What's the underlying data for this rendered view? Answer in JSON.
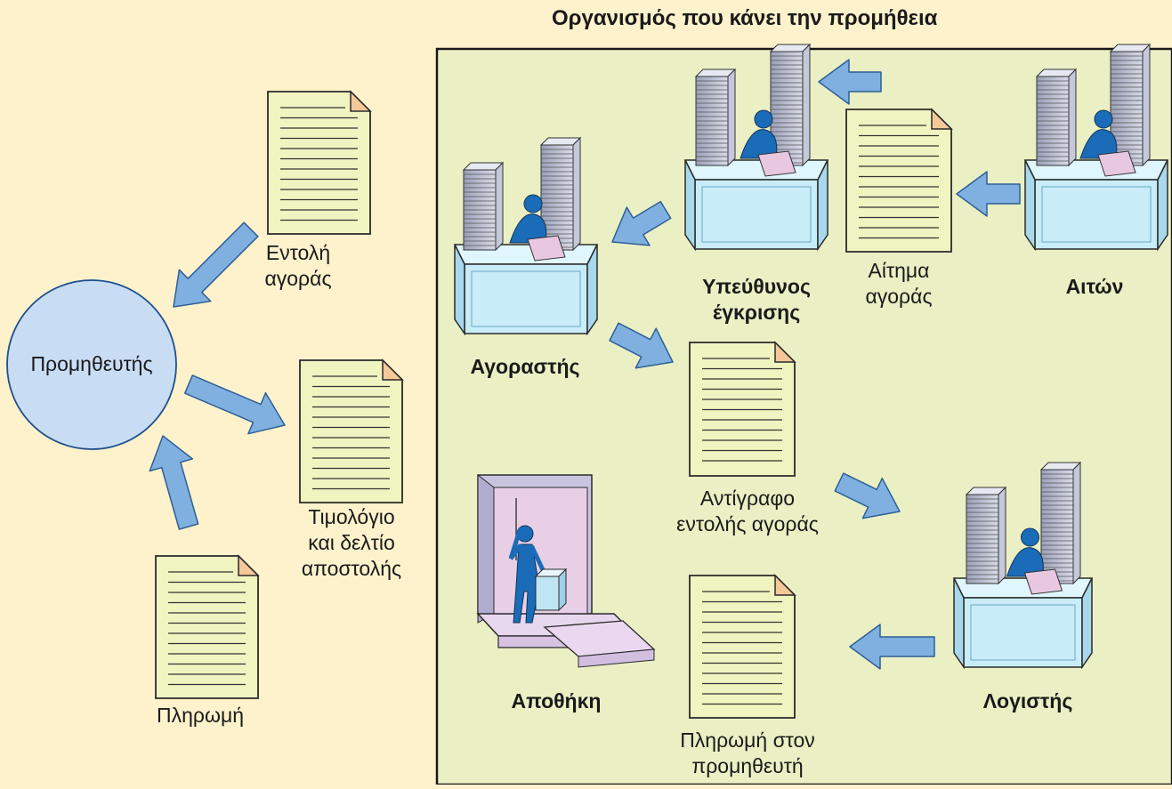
{
  "org_title": "Οργανισμός που κάνει την προμήθεια",
  "supplier": "Προμηθευτής",
  "documents": {
    "purchase_order": [
      "Εντολή",
      "αγοράς"
    ],
    "invoice": [
      "Τιμολόγιο",
      "και δελτίο",
      "αποστολής"
    ],
    "payment": [
      "Πληρωμή"
    ],
    "purchase_request": [
      "Αίτημα",
      "αγοράς"
    ],
    "po_copy": [
      "Αντίγραφο",
      "εντολής αγοράς"
    ],
    "supplier_payment": [
      "Πληρωμή στον",
      "προμηθευτή"
    ]
  },
  "roles": {
    "requester": "Αιτών",
    "approver": [
      "Υπεύθυνος",
      "έγκρισης"
    ],
    "buyer": "Αγοραστής",
    "accountant": "Λογιστής",
    "warehouse": "Αποθήκη"
  },
  "colors": {
    "background": "#fdf2cc",
    "org_panel": "#eaf0c4",
    "document": "#f0f4c0",
    "arrow": "#7fb0e0",
    "supplier_circle": "#c8dcf4",
    "desk": "#c8ecf8",
    "person": "#1b6cb8"
  }
}
